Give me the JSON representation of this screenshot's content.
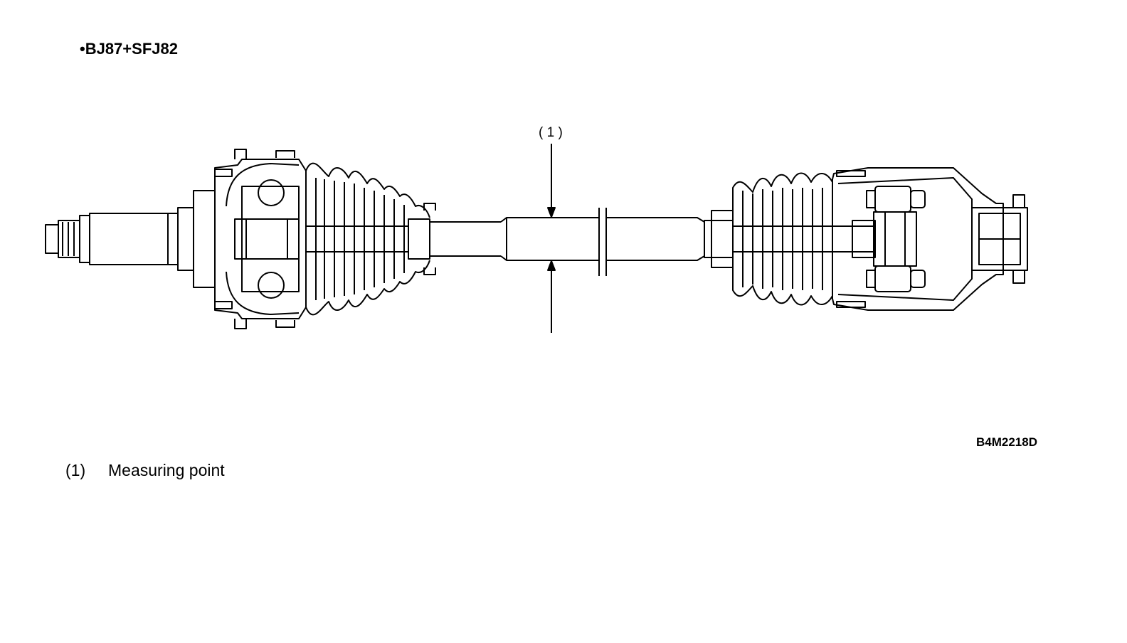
{
  "heading": "•BJ87+SFJ82",
  "callout": {
    "label": "( 1 )"
  },
  "figure_code": "B4M2218D",
  "legend": [
    {
      "number": "(1)",
      "text": "Measuring point"
    }
  ],
  "colors": {
    "line": "#000000",
    "background": "#ffffff"
  },
  "icons": [
    "drive-shaft-illustration",
    "measuring-point-arrow-icon"
  ]
}
